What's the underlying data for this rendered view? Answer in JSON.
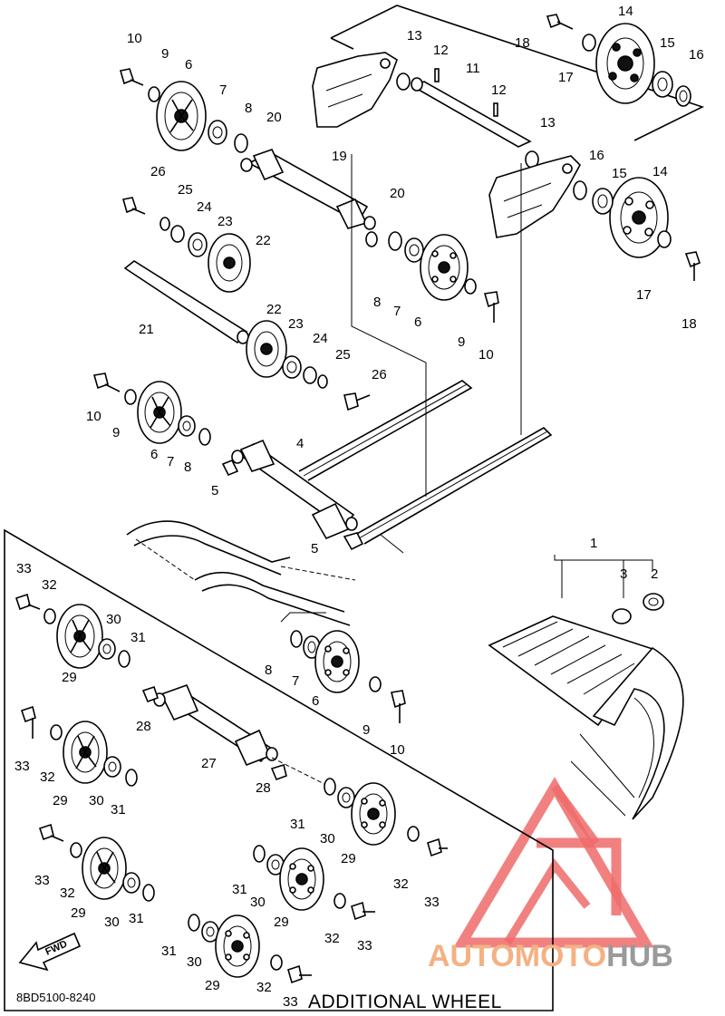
{
  "diagram_code": "8BD5100-8240",
  "box_title": "ADDITIONAL WHEEL",
  "fwd_label": "FWD",
  "watermark": {
    "part_a": "AUTO",
    "part_b": "MOTO",
    "part_c": "HUB",
    "color_a": "#f4b183",
    "color_b": "#f4b183",
    "color_c": "#9a9a9a",
    "logo_color": "#ee6b6b"
  },
  "callouts": [
    {
      "id": "c10a",
      "text": "10"
    },
    {
      "id": "c9a",
      "text": "9"
    },
    {
      "id": "c6a",
      "text": "6"
    },
    {
      "id": "c7a",
      "text": "7"
    },
    {
      "id": "c8a",
      "text": "8"
    },
    {
      "id": "c20a",
      "text": "20"
    },
    {
      "id": "c19",
      "text": "19"
    },
    {
      "id": "c26a",
      "text": "26"
    },
    {
      "id": "c25a",
      "text": "25"
    },
    {
      "id": "c24a",
      "text": "24"
    },
    {
      "id": "c23a",
      "text": "23"
    },
    {
      "id": "c22a",
      "text": "22"
    },
    {
      "id": "c21",
      "text": "21"
    },
    {
      "id": "c13a",
      "text": "13"
    },
    {
      "id": "c12a",
      "text": "12"
    },
    {
      "id": "c11",
      "text": "11"
    },
    {
      "id": "c12b",
      "text": "12"
    },
    {
      "id": "c13b",
      "text": "13"
    },
    {
      "id": "c18a",
      "text": "18"
    },
    {
      "id": "c14a",
      "text": "14"
    },
    {
      "id": "c17a",
      "text": "17"
    },
    {
      "id": "c15a",
      "text": "15"
    },
    {
      "id": "c16a",
      "text": "16"
    },
    {
      "id": "c16b",
      "text": "16"
    },
    {
      "id": "c15b",
      "text": "15"
    },
    {
      "id": "c14b",
      "text": "14"
    },
    {
      "id": "c17b",
      "text": "17"
    },
    {
      "id": "c18b",
      "text": "18"
    },
    {
      "id": "c20b",
      "text": "20"
    },
    {
      "id": "c8b",
      "text": "8"
    },
    {
      "id": "c7b",
      "text": "7"
    },
    {
      "id": "c6b",
      "text": "6"
    },
    {
      "id": "c9b",
      "text": "9"
    },
    {
      "id": "c10b",
      "text": "10"
    },
    {
      "id": "c22b",
      "text": "22"
    },
    {
      "id": "c23b",
      "text": "23"
    },
    {
      "id": "c24b",
      "text": "24"
    },
    {
      "id": "c25b",
      "text": "25"
    },
    {
      "id": "c26b",
      "text": "26"
    },
    {
      "id": "c10c",
      "text": "10"
    },
    {
      "id": "c9c",
      "text": "9"
    },
    {
      "id": "c6c",
      "text": "6"
    },
    {
      "id": "c7c",
      "text": "7"
    },
    {
      "id": "c8c",
      "text": "8"
    },
    {
      "id": "c4",
      "text": "4"
    },
    {
      "id": "c5a",
      "text": "5"
    },
    {
      "id": "c5b",
      "text": "5"
    },
    {
      "id": "c1",
      "text": "1"
    },
    {
      "id": "c3",
      "text": "3"
    },
    {
      "id": "c2",
      "text": "2"
    },
    {
      "id": "c8d",
      "text": "8"
    },
    {
      "id": "c7d",
      "text": "7"
    },
    {
      "id": "c6d",
      "text": "6"
    },
    {
      "id": "c9d",
      "text": "9"
    },
    {
      "id": "c10d",
      "text": "10"
    },
    {
      "id": "c33a",
      "text": "33"
    },
    {
      "id": "c32a",
      "text": "32"
    },
    {
      "id": "c30a",
      "text": "30"
    },
    {
      "id": "c31a",
      "text": "31"
    },
    {
      "id": "c29a",
      "text": "29"
    },
    {
      "id": "c28a",
      "text": "28"
    },
    {
      "id": "c27",
      "text": "27"
    },
    {
      "id": "c28b",
      "text": "28"
    },
    {
      "id": "c33b",
      "text": "33"
    },
    {
      "id": "c32b",
      "text": "32"
    },
    {
      "id": "c29b",
      "text": "29"
    },
    {
      "id": "c30b",
      "text": "30"
    },
    {
      "id": "c31b",
      "text": "31"
    },
    {
      "id": "c31c",
      "text": "31"
    },
    {
      "id": "c30c",
      "text": "30"
    },
    {
      "id": "c29c",
      "text": "29"
    },
    {
      "id": "c32c",
      "text": "32"
    },
    {
      "id": "c33c",
      "text": "33"
    },
    {
      "id": "c33d",
      "text": "33"
    },
    {
      "id": "c32d",
      "text": "32"
    },
    {
      "id": "c29d",
      "text": "29"
    },
    {
      "id": "c30d",
      "text": "30"
    },
    {
      "id": "c31d",
      "text": "31"
    },
    {
      "id": "c31e",
      "text": "31"
    },
    {
      "id": "c30e",
      "text": "30"
    },
    {
      "id": "c29e",
      "text": "29"
    },
    {
      "id": "c32e",
      "text": "32"
    },
    {
      "id": "c33e",
      "text": "33"
    },
    {
      "id": "c31f",
      "text": "31"
    },
    {
      "id": "c30f",
      "text": "30"
    },
    {
      "id": "c29f",
      "text": "29"
    },
    {
      "id": "c32f",
      "text": "32"
    },
    {
      "id": "c33f",
      "text": "33"
    }
  ]
}
